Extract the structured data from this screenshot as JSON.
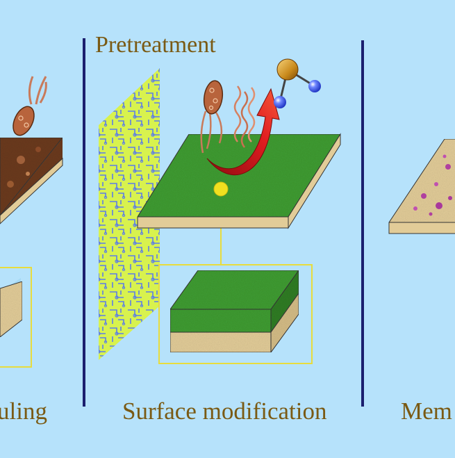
{
  "labels": {
    "pretreatment": "Pretreatment",
    "left_partial": "uling",
    "surface_modification": "Surface modification",
    "right_partial": "Mem"
  },
  "colors": {
    "background": "#b6e2fb",
    "divider": "#1c1f6e",
    "label_text": "#7a5a14",
    "inset_frame": "#e8dc3c",
    "arrow": "#d4161c",
    "green_layer": "#3f9c32",
    "sand_layer": "#e2cc98",
    "fouled_layer": "#6b3a1e",
    "pattern_sheet": "#d6f04c",
    "molecule_center": "#c98a1c",
    "molecule_side": "#3a52e8"
  }
}
